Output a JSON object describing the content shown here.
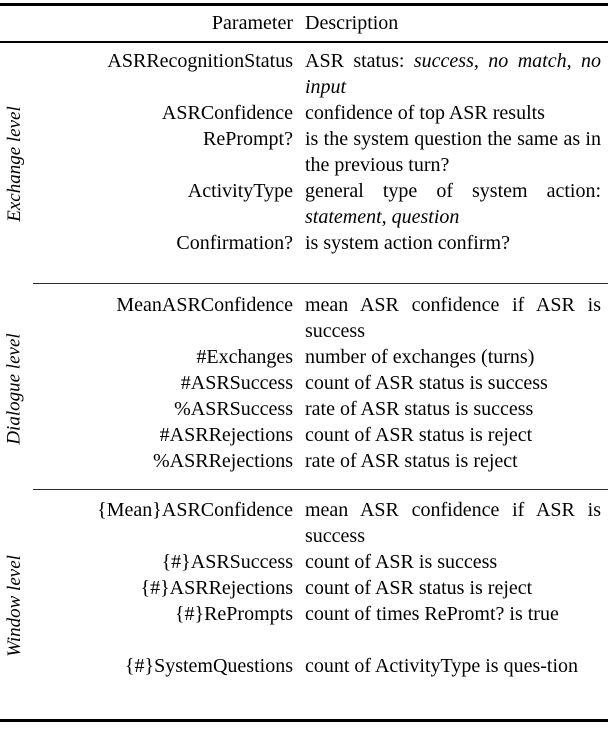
{
  "table": {
    "headers": {
      "parameter": "Parameter",
      "description": "Description"
    },
    "sections": [
      {
        "side_label": "Exchange level",
        "rows": [
          {
            "parameter": "ASRRecognitionStatus",
            "description_prefix": "ASR status: ",
            "description_italic": "success, no match, no input",
            "description_suffix": "",
            "lines": 2
          },
          {
            "parameter": "ASRConfidence",
            "description_prefix": "confidence of top ASR results",
            "description_italic": "",
            "description_suffix": "",
            "lines": 1
          },
          {
            "parameter": "RePrompt?",
            "description_prefix": "is the system question the same as in the previous turn?",
            "description_italic": "",
            "description_suffix": "",
            "lines": 2
          },
          {
            "parameter": "ActivityType",
            "description_prefix": "general type of system action: ",
            "description_italic": "statement, question",
            "description_suffix": "",
            "lines": 2
          },
          {
            "parameter": "Confirmation?",
            "description_prefix": "is system action confirm?",
            "description_italic": "",
            "description_suffix": "",
            "lines": 1
          }
        ]
      },
      {
        "side_label": "Dialogue level",
        "rows": [
          {
            "parameter": "MeanASRConfidence",
            "description_prefix": "mean ASR confidence if ASR is success",
            "description_italic": "",
            "description_suffix": "",
            "lines": 2
          },
          {
            "parameter": "#Exchanges",
            "description_prefix": "number of exchanges (turns)",
            "description_italic": "",
            "description_suffix": "",
            "lines": 1
          },
          {
            "parameter": "#ASRSuccess",
            "description_prefix": "count of ASR status is success",
            "description_italic": "",
            "description_suffix": "",
            "lines": 1
          },
          {
            "parameter": "%ASRSuccess",
            "description_prefix": "rate of ASR status is success",
            "description_italic": "",
            "description_suffix": "",
            "lines": 1
          },
          {
            "parameter": "#ASRRejections",
            "description_prefix": "count of ASR status is reject",
            "description_italic": "",
            "description_suffix": "",
            "lines": 1
          },
          {
            "parameter": "%ASRRejections",
            "description_prefix": "rate of ASR status is reject",
            "description_italic": "",
            "description_suffix": "",
            "lines": 1
          }
        ]
      },
      {
        "side_label": "Window level",
        "rows": [
          {
            "parameter": "{Mean}ASRConfidence",
            "description_prefix": "mean ASR confidence if ASR is success",
            "description_italic": "",
            "description_suffix": "",
            "lines": 2
          },
          {
            "parameter": "{#}ASRSuccess",
            "description_prefix": "count of ASR is success",
            "description_italic": "",
            "description_suffix": "",
            "lines": 1
          },
          {
            "parameter": "{#}ASRRejections",
            "description_prefix": "count of ASR status is reject",
            "description_italic": "",
            "description_suffix": "",
            "lines": 1
          },
          {
            "parameter": "{#}RePrompts",
            "description_prefix": "count of times RePromt? is true",
            "description_italic": "",
            "description_suffix": "",
            "lines": 2
          },
          {
            "parameter": "{#}SystemQuestions",
            "description_prefix": "count of ActivityType is ques-tion",
            "description_italic": "",
            "description_suffix": "",
            "lines": 2
          }
        ]
      }
    ]
  }
}
